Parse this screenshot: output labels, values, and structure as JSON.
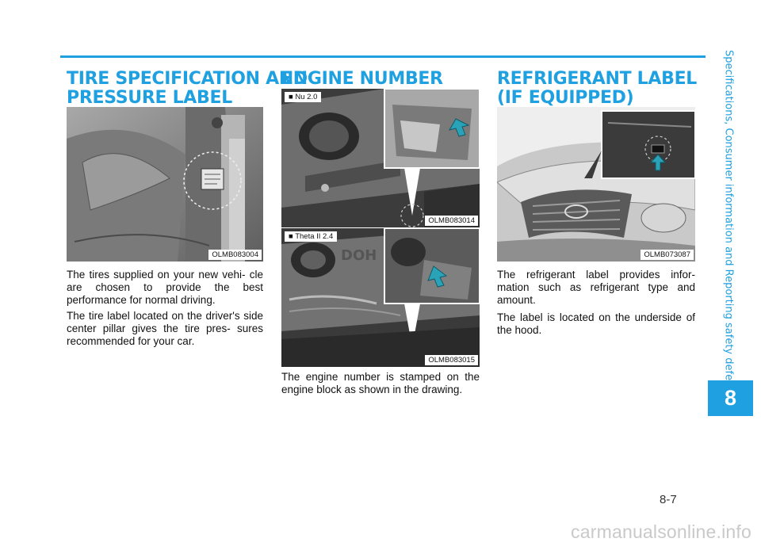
{
  "side_title": "Specifications, Consumer information and Reporting safety defects",
  "chapter_number": "8",
  "page_number": "8-7",
  "watermark": "carmanualsonline.info",
  "tire": {
    "heading_line1": "TIRE SPECIFICATION AND",
    "heading_line2": "PRESSURE LABEL",
    "image_code": "OLMB083004",
    "para1": "The tires supplied on your new vehi- cle are chosen to provide the best performance for normal driving.",
    "para2": "The tire label located on the driver's side center pillar gives the tire pres- sures recommended for your car."
  },
  "engine": {
    "heading": "ENGINE NUMBER",
    "image1_variant": "■ Nu 2.0",
    "image1_code": "OLMB083014",
    "image2_variant": "■ Theta II 2.4",
    "image2_code": "OLMB083015",
    "para1": "The engine number is stamped on the engine block as shown in the drawing."
  },
  "refrigerant": {
    "heading_line1": "REFRIGERANT LABEL",
    "heading_line2": "(IF EQUIPPED)",
    "image_code": "OLMB073087",
    "para1": "The refrigerant label provides infor- mation such as refrigerant type and amount.",
    "para2": "The label is located on the underside of the hood."
  },
  "colors": {
    "accent": "#1fa0e0",
    "arrow": "#2aa3b8"
  }
}
